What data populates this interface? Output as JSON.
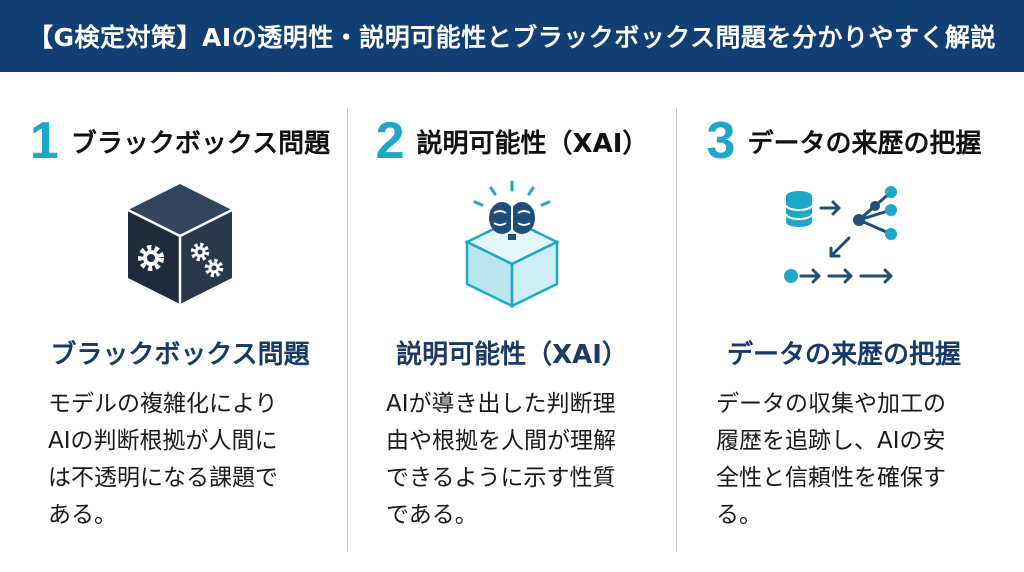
{
  "header": {
    "title": "【G検定対策】AIの透明性・説明可能性とブラックボックス問題を分かりやすく解説"
  },
  "columns": [
    {
      "number": "1",
      "heading": "ブラックボックス問題",
      "icon": "black-box-gears-icon",
      "subtitle": "ブラックボックス問題",
      "lines": [
        "モデルの複雑化により",
        "AIの判断根拠が人間に",
        "は不透明になる課題で",
        "ある。"
      ]
    },
    {
      "number": "2",
      "heading": "説明可能性（XAI）",
      "icon": "transparent-box-brain-icon",
      "subtitle": "説明可能性（XAI）",
      "lines": [
        "AIが導き出した判断理",
        "由や根拠を人間が理解",
        "できるように示す性質",
        "である。"
      ]
    },
    {
      "number": "3",
      "heading": "データの来歴の把握",
      "icon": "data-lineage-icon",
      "subtitle": "データの来歴の把握",
      "lines": [
        "データの収集や加工の",
        "履歴を追跡し、AIの安",
        "全性と信頼性を確保す",
        "る。"
      ]
    }
  ],
  "colors": {
    "header_bg": "#123f73",
    "accent": "#1fa7c9",
    "subtitle": "#163b6b",
    "dark_box": "#1f2a3a"
  }
}
